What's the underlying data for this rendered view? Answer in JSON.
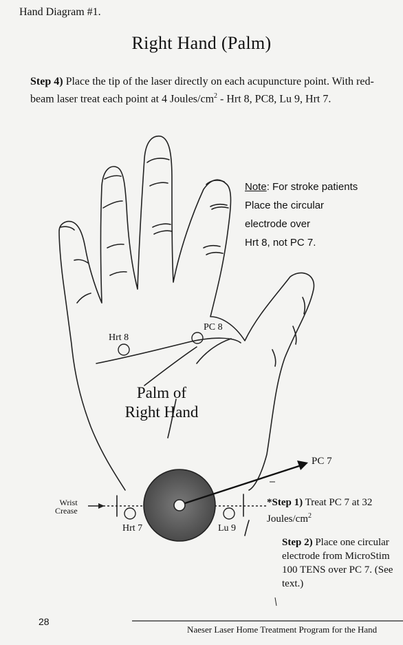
{
  "header_label": "Hand Diagram #1.",
  "title": "Right Hand (Palm)",
  "step4": {
    "label": "Step 4)",
    "text_a": " Place the tip of the laser directly on each acupuncture point.  With red-beam laser treat each point at 4 Joules/cm",
    "sup": "2",
    "text_b": " - Hrt 8, PC8, Lu 9, Hrt 7."
  },
  "note": {
    "label": "Note",
    "line1": ":  For stroke patients",
    "line2": "Place the circular",
    "line3": "electrode over",
    "line4": "Hrt 8, not PC 7."
  },
  "points": {
    "hrt8": "Hrt 8",
    "pc8": "PC 8",
    "pc7": "PC 7",
    "hrt7": "Hrt 7",
    "lu9": "Lu 9"
  },
  "palm_label": {
    "line1": "Palm of",
    "line2": "Right Hand"
  },
  "wrist_label": {
    "line1": "Wrist",
    "line2": "Crease"
  },
  "step1": {
    "label": "*Step 1)",
    "text_a": " Treat PC 7 at 32 Joules/cm",
    "sup": "2"
  },
  "step2": {
    "label": "Step 2)",
    "text": " Place one circular electrode from MicroStim 100 TENS over PC 7. (See text.)"
  },
  "page_number": "28",
  "footer": "Naeser Laser Home Treatment Program for the Hand"
}
